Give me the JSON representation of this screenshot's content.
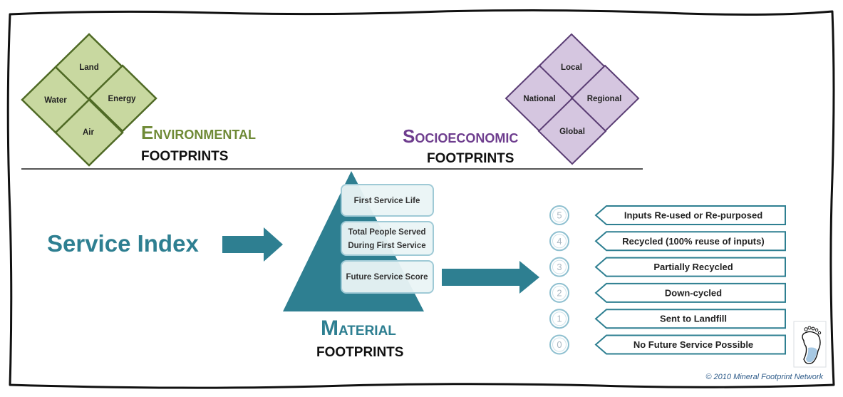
{
  "environmental": {
    "heading_initial": "E",
    "heading_rest": "NVIRONMENTAL",
    "footprints": "FOOTPRINTS",
    "color": "#6f8a36",
    "tile_fill": "#c8d8a0",
    "tile_stroke": "#4f6a25",
    "tiles": {
      "top": "Land",
      "left": "Water",
      "right": "Energy",
      "bottom": "Air"
    }
  },
  "socioeconomic": {
    "heading_initial": "S",
    "heading_rest": "OCIOECONOMIC",
    "footprints": "FOOTPRINTS",
    "color": "#6e3d8e",
    "tile_fill": "#d5c6e0",
    "tile_stroke": "#5a3d74",
    "tiles": {
      "top": "Local",
      "left": "National",
      "right": "Regional",
      "bottom": "Global"
    }
  },
  "service_index": {
    "label": "Service Index",
    "color": "#2e7f91"
  },
  "material": {
    "heading_initial": "M",
    "heading_rest": "ATERIAL",
    "footprints": "FOOTPRINTS",
    "color": "#2e7f91",
    "pyramid_boxes": [
      {
        "lines": [
          "First Service Life"
        ]
      },
      {
        "lines": [
          "Total People Served",
          "During First Service"
        ]
      },
      {
        "lines": [
          "Future Service Score"
        ]
      }
    ]
  },
  "score_levels": [
    {
      "number": "5",
      "label": "Inputs Re-used or Re-purposed"
    },
    {
      "number": "4",
      "label": "Recycled (100% reuse of inputs)"
    },
    {
      "number": "3",
      "label": "Partially Recycled"
    },
    {
      "number": "2",
      "label": "Down-cycled"
    },
    {
      "number": "1",
      "label": "Sent to Landfill"
    },
    {
      "number": "0",
      "label": "No Future Service Possible"
    }
  ],
  "copyright": "© 2010 Mineral Footprint Network",
  "icons": {
    "logo": "footprint-icon"
  }
}
